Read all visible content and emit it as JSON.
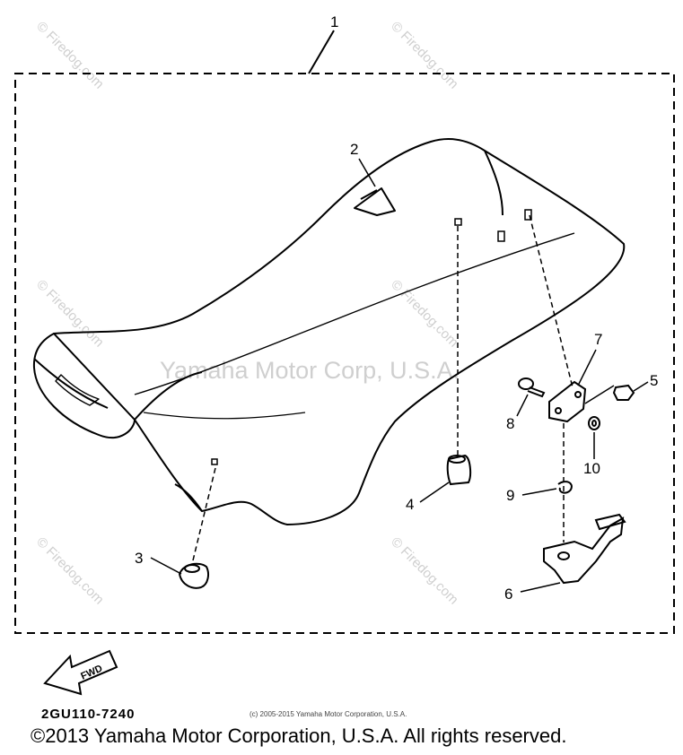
{
  "callouts": {
    "c1": "1",
    "c2": "2",
    "c3": "3",
    "c4": "4",
    "c5": "5",
    "c6": "6",
    "c7": "7",
    "c8": "8",
    "c9": "9",
    "c10": "10"
  },
  "fwd_label": "FWD",
  "part_number": "2GU110-7240",
  "watermarks": {
    "site": "© Firedog.com",
    "center": "Yamaha Motor Corp, U.S.A."
  },
  "small_copyright": "(c) 2005-2015 Yamaha Motor Corporation, U.S.A.",
  "copyright": "©2013 Yamaha Motor Corporation, U.S.A. All rights reserved.",
  "colors": {
    "line": "#000000",
    "watermark": "#cfcfcf",
    "background": "#ffffff"
  }
}
